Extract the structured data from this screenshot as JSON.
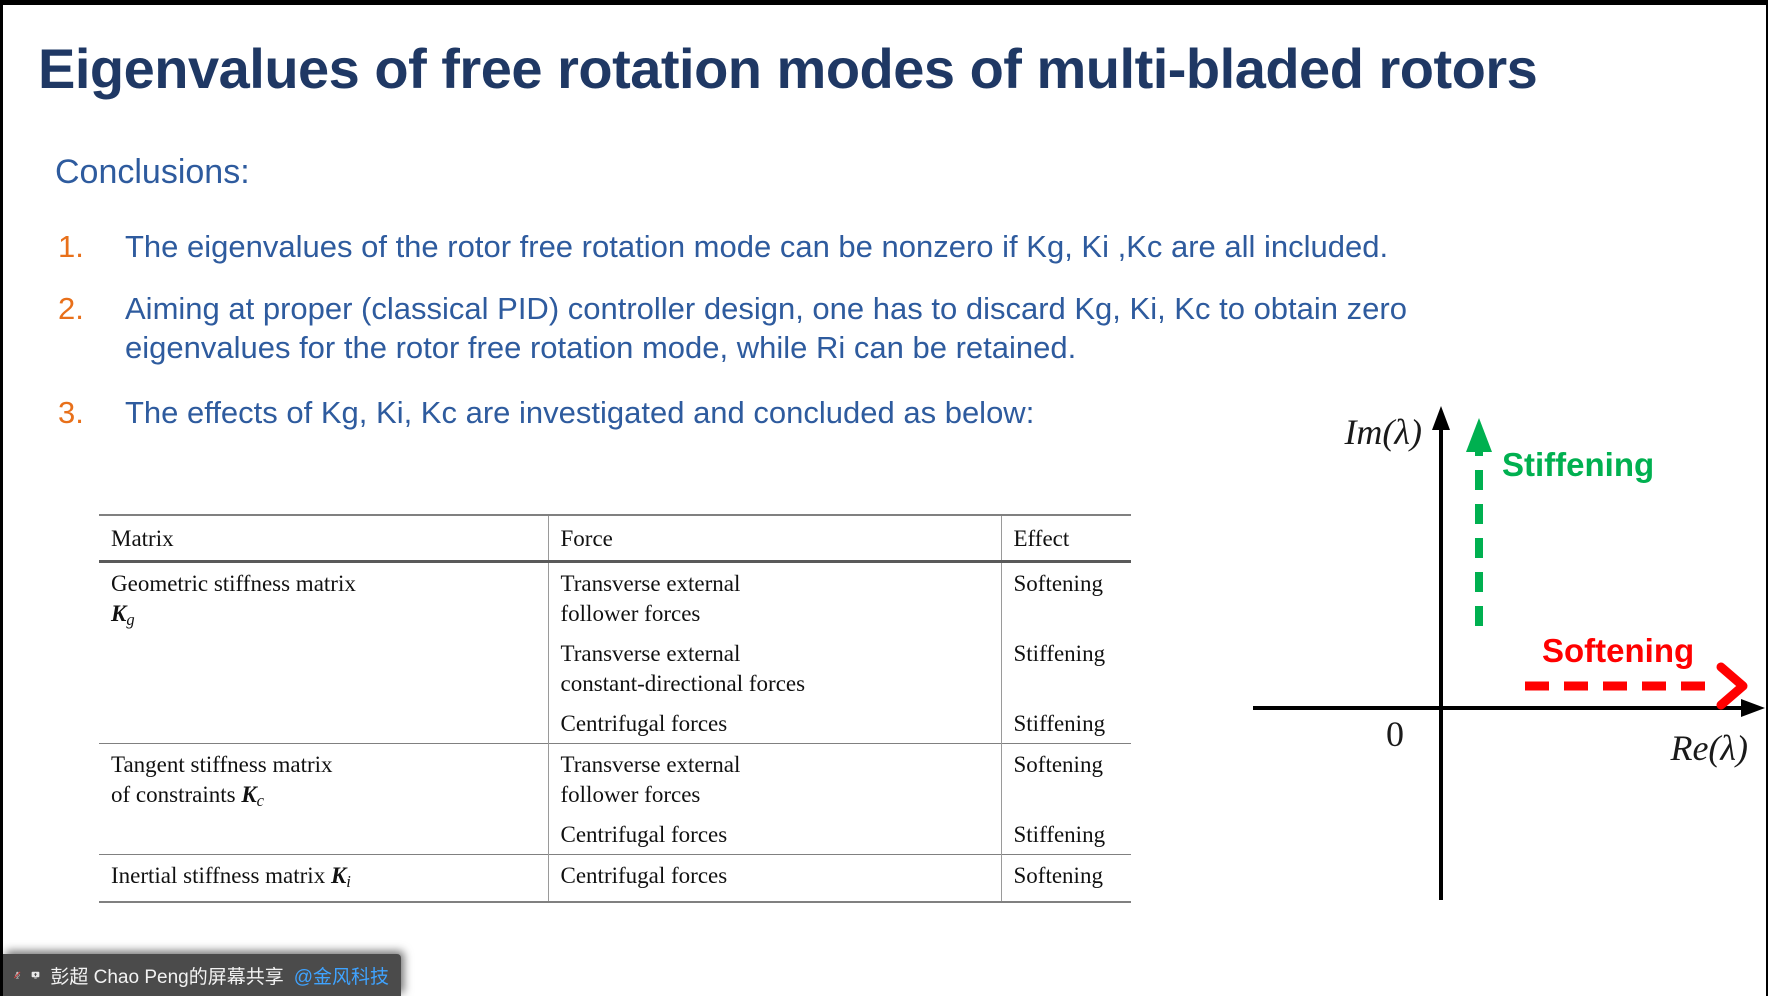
{
  "slide": {
    "title": "Eigenvalues of free rotation modes of multi-bladed rotors",
    "title_color": "#1F3864",
    "body_color": "#2E5B9E",
    "number_color": "#E8701A",
    "conclusions_label": "Conclusions:",
    "items": [
      {
        "number": "1.",
        "lines": [
          "The eigenvalues of the rotor free rotation mode can be nonzero if Kg, Ki ,Kc are all included."
        ]
      },
      {
        "number": "2.",
        "lines": [
          "Aiming at proper (classical PID) controller design, one has to discard Kg, Ki, Kc to obtain zero",
          "eigenvalues for the rotor free rotation mode, while Ri can be retained."
        ]
      },
      {
        "number": "3.",
        "lines": [
          "The effects of Kg, Ki, Kc are investigated and concluded as below:"
        ]
      }
    ]
  },
  "table": {
    "headers": [
      "Matrix",
      "Force",
      "Effect"
    ],
    "groups": [
      {
        "matrix_lines": [
          [
            {
              "t": "Geometric stiffness matrix"
            }
          ],
          [
            {
              "t": "K",
              "s": "bi"
            },
            {
              "t": "g",
              "s": "sub"
            }
          ]
        ],
        "rows": [
          {
            "force_lines": [
              "Transverse external",
              "follower forces"
            ],
            "effect": "Softening"
          },
          {
            "force_lines": [
              "Transverse external",
              "constant-directional forces"
            ],
            "effect": "Stiffening"
          },
          {
            "force_lines": [
              "Centrifugal forces"
            ],
            "effect": "Stiffening"
          }
        ]
      },
      {
        "matrix_lines": [
          [
            {
              "t": "Tangent stiffness matrix"
            }
          ],
          [
            {
              "t": "of constraints "
            },
            {
              "t": "K",
              "s": "bi"
            },
            {
              "t": "c",
              "s": "sub"
            }
          ]
        ],
        "rows": [
          {
            "force_lines": [
              "Transverse external",
              "follower forces"
            ],
            "effect": "Softening"
          },
          {
            "force_lines": [
              "Centrifugal forces"
            ],
            "effect": "Stiffening"
          }
        ]
      },
      {
        "matrix_lines": [
          [
            {
              "t": "Inertial stiffness matrix "
            },
            {
              "t": "K",
              "s": "bi"
            },
            {
              "t": "i",
              "s": "sub"
            }
          ]
        ],
        "rows": [
          {
            "force_lines": [
              "Centrifugal forces"
            ],
            "effect": "Softening"
          }
        ]
      }
    ]
  },
  "diagram": {
    "im_label": "Im(λ)",
    "re_label": "Re(λ)",
    "origin_label": "0",
    "stiffening_label": "Stiffening",
    "softening_label": "Softening",
    "stiffening_color": "#00B050",
    "softening_color": "#FF0000"
  },
  "share_bar": {
    "text": "彭超 Chao Peng的屏幕共享 ",
    "mention": "@金风科技",
    "mention_color": "#3FA3FF",
    "background_color": "#4B4B4B",
    "icons": [
      "mic-muted-icon",
      "screen-share-icon"
    ]
  }
}
